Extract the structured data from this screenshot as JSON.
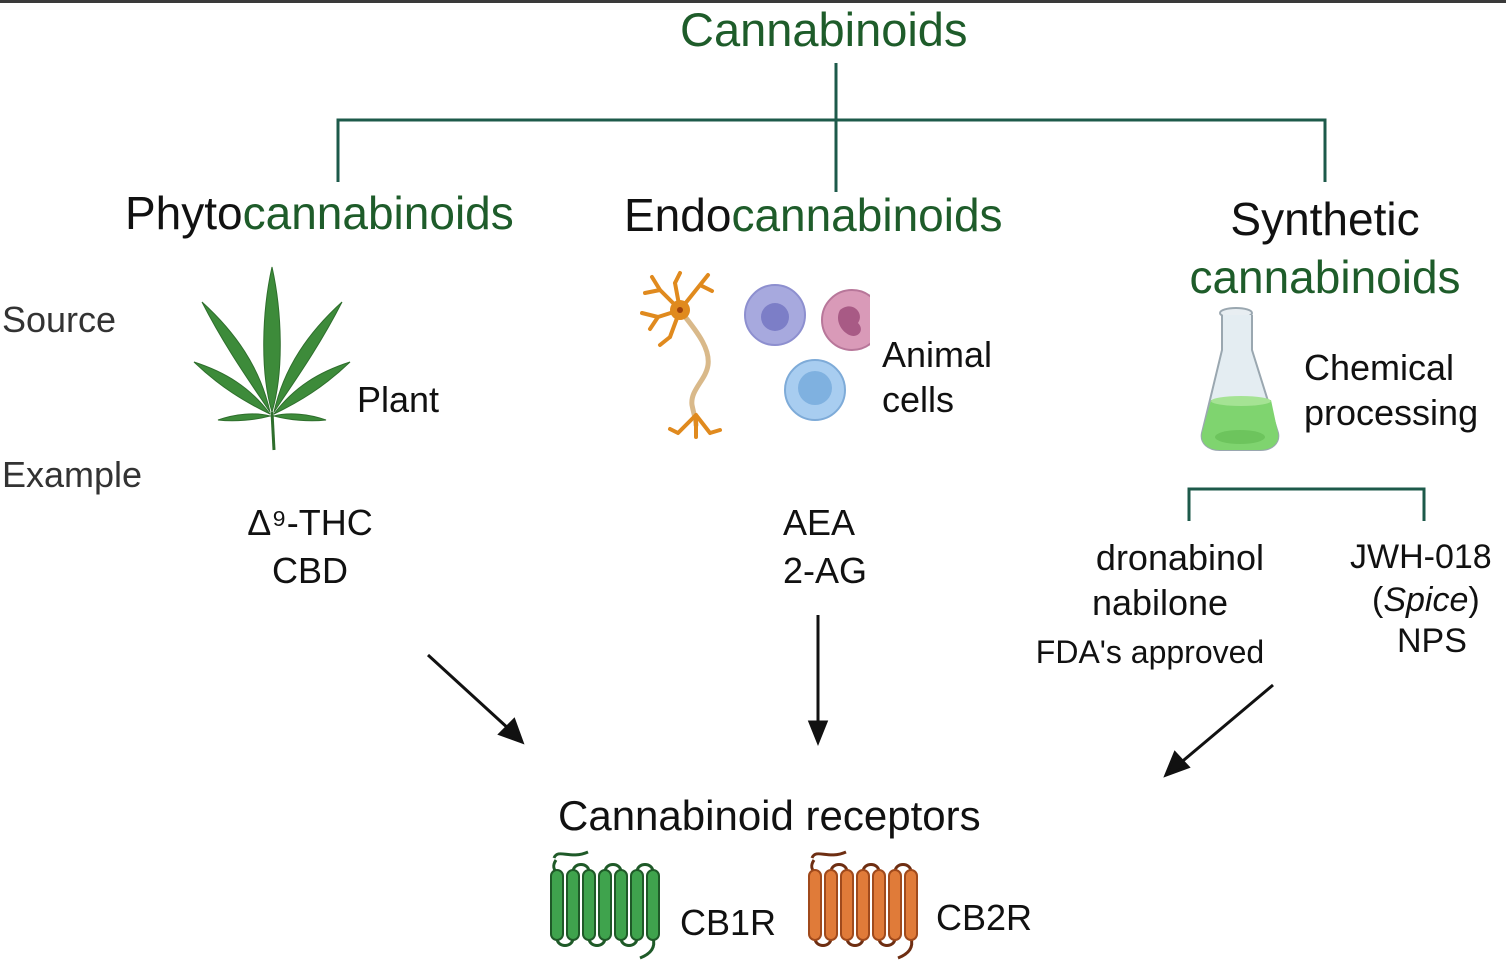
{
  "title": "Cannabinoids",
  "categories": [
    {
      "id": "phyto",
      "prefix": "Phyto",
      "suffix": "cannabinoids",
      "source_icon": "cannabis-leaf-icon",
      "source_label": "Plant",
      "examples": [
        "Δ⁹-THC",
        "CBD"
      ]
    },
    {
      "id": "endo",
      "prefix": "Endo",
      "suffix": "cannabinoids",
      "source_icon": "animal-cells-icon",
      "source_label_lines": [
        "Animal",
        "cells"
      ],
      "examples": [
        "AEA",
        "2-AG"
      ]
    },
    {
      "id": "synthetic",
      "line1": "Synthetic",
      "line2": "cannabinoids",
      "source_icon": "erlenmeyer-flask-icon",
      "source_label_lines": [
        "Chemical",
        "processing"
      ],
      "sub_groups": [
        {
          "examples": [
            "dronabinol",
            "nabilone"
          ],
          "note": "FDA's approved"
        },
        {
          "line1": "JWH-018",
          "line2_open": "(",
          "line2_italic": "Spice",
          "line2_close": ")",
          "line3": "NPS"
        }
      ]
    }
  ],
  "row_labels": {
    "source": "Source",
    "example": "Example"
  },
  "receptors": {
    "title": "Cannabinoid receptors",
    "items": [
      {
        "label": "CB1R",
        "color": "#3fa34d",
        "outline": "#1f5a28"
      },
      {
        "label": "CB2R",
        "color": "#e07b39",
        "outline": "#6e2e12"
      }
    ]
  },
  "colors": {
    "accent_green": "#1e5c2a",
    "connector": "#1d5a4a",
    "leaf": "#3d8b3a",
    "text": "#111111"
  }
}
